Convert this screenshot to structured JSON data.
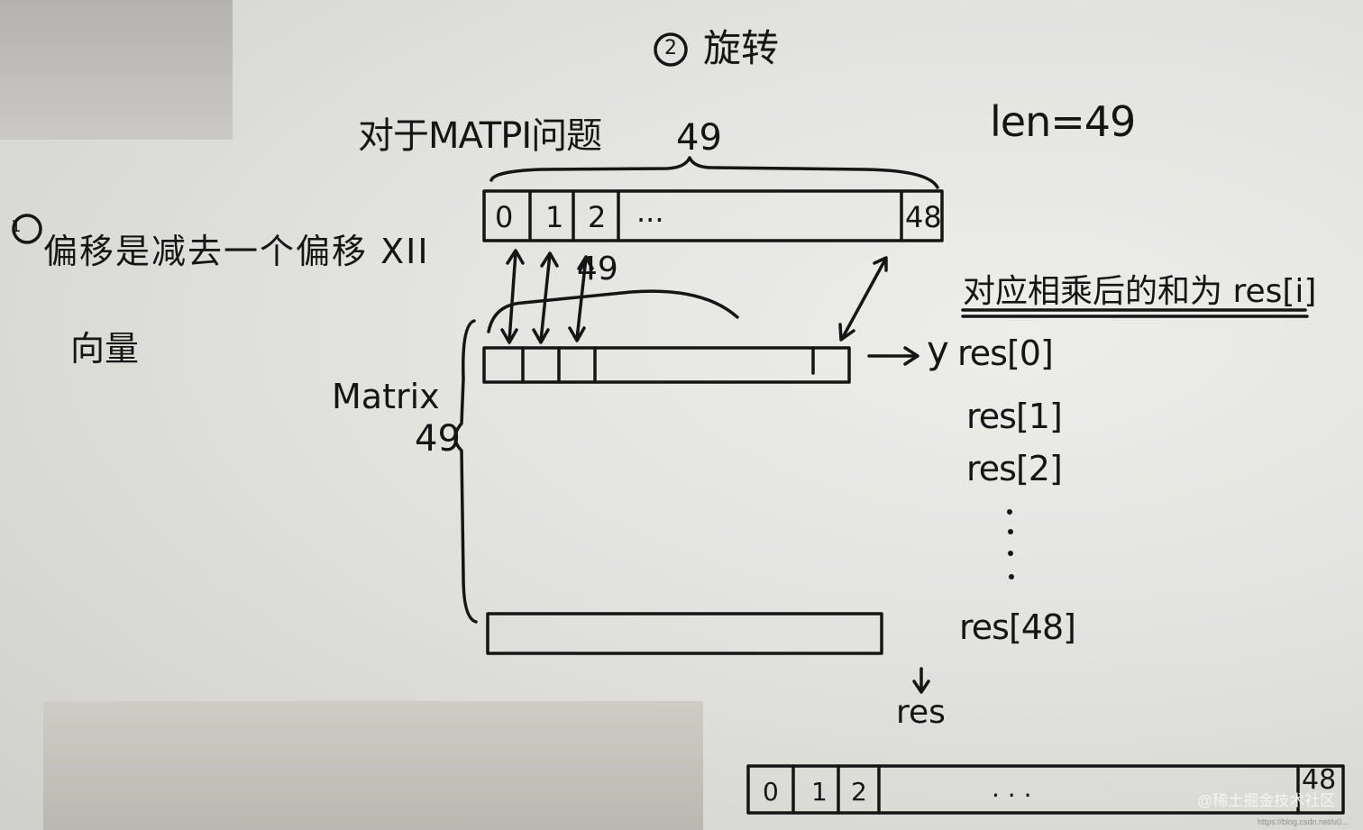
{
  "step2": {
    "circle": "2",
    "text": "旋转"
  },
  "step1": {
    "circle": "1",
    "line1": "偏移是减去一个偏移 XII",
    "line2": "向量"
  },
  "heading": "对于MATPI问题",
  "len_note": "len=49",
  "top_vector": {
    "brace_label": "49",
    "cells": [
      "0",
      "1",
      "2",
      "..."
    ],
    "last": "48"
  },
  "inner_brace_label": "49",
  "matrix": {
    "label": "Matrix",
    "rows_label": "49"
  },
  "right_note": "对应相乘后的和为 res[i]",
  "arrow_y": "y",
  "res_list": [
    "res[0]",
    "res[1]",
    "res[2]",
    "res[48]"
  ],
  "res_label": "res",
  "bottom_vector": {
    "cells": [
      "0",
      "1",
      "2"
    ],
    "dots": ". . .",
    "last": "48"
  },
  "watermark": "@稀土掘金技术社区",
  "watermark_small": "https://blog.csdn.net/u0..."
}
